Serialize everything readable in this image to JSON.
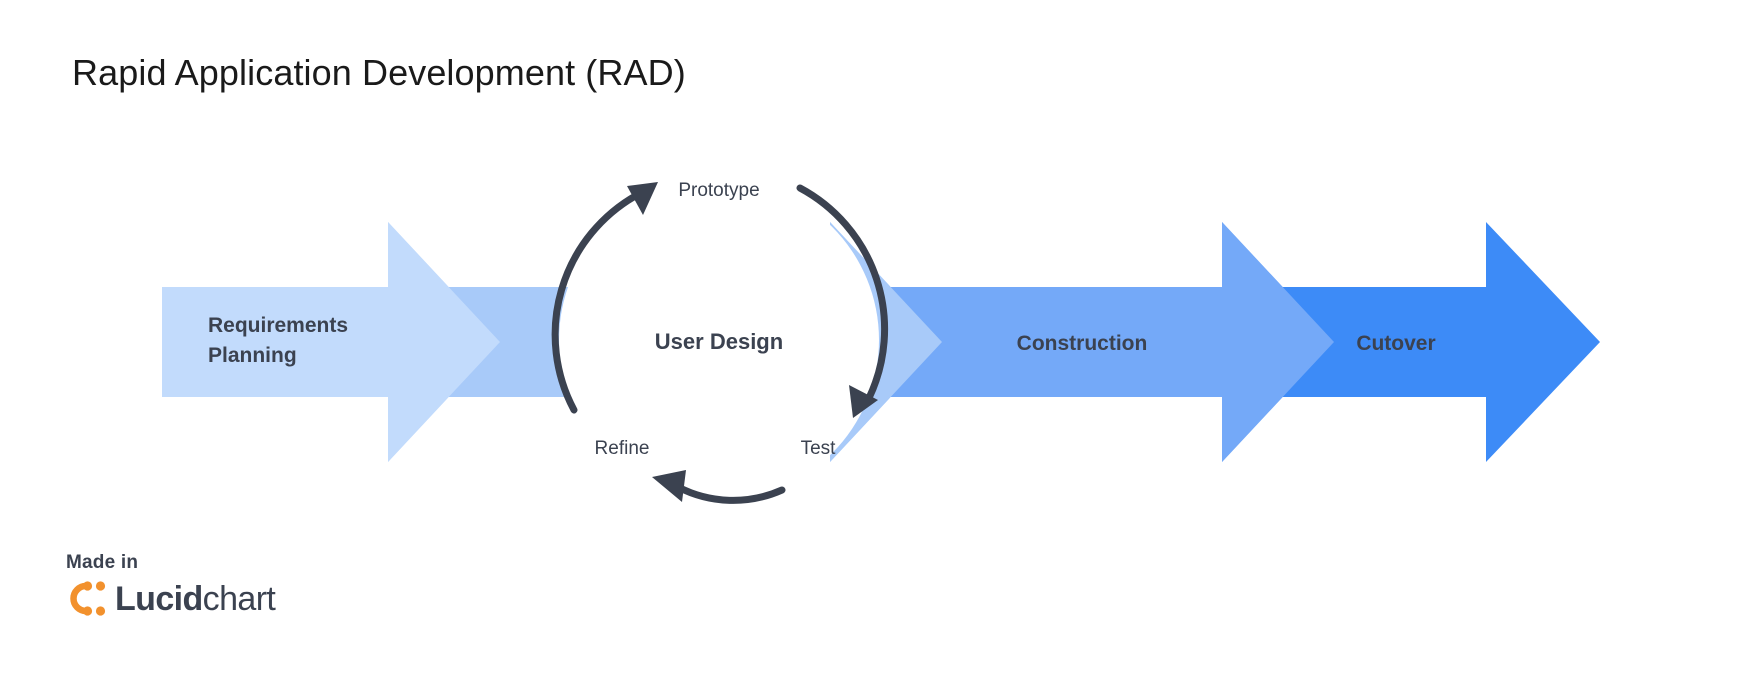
{
  "page": {
    "title": "Rapid Application Development (RAD)",
    "background_color": "#ffffff",
    "text_color": "#3b4250"
  },
  "diagram": {
    "type": "process-flow-with-iteration-cycle",
    "phases": [
      {
        "id": "requirements-planning",
        "label": "Requirements Planning",
        "line1": "Requirements",
        "line2": "Planning",
        "color": "#c2dbfc",
        "order": 1
      },
      {
        "id": "user-design",
        "label": "User Design",
        "color": "#a8caf9",
        "order": 2
      },
      {
        "id": "construction",
        "label": "Construction",
        "color": "#74a9f8",
        "order": 3
      },
      {
        "id": "cutover",
        "label": "Cutover",
        "color": "#3d8bf7",
        "order": 4
      }
    ],
    "cycle": {
      "center_label": "User Design",
      "stroke_color": "#3b4250",
      "steps": [
        {
          "id": "prototype",
          "label": "Prototype",
          "position": "top"
        },
        {
          "id": "test",
          "label": "Test",
          "position": "bottom-right"
        },
        {
          "id": "refine",
          "label": "Refine",
          "position": "bottom-left"
        }
      ]
    }
  },
  "credit": {
    "made_in": "Made in",
    "brand_bold": "Lucid",
    "brand_light": "chart",
    "logo_color": "#f2912d",
    "wordmark_color": "#3b4250"
  }
}
